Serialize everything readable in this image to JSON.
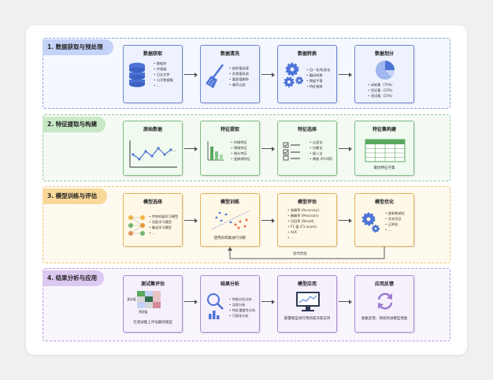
{
  "sections": [
    {
      "title": "1. 数据获取与预处理",
      "boxes": [
        {
          "title": "数据获取",
          "items": [
            "数据库",
            "传感器",
            "日志文件",
            "公开数据集",
            "..."
          ]
        },
        {
          "title": "数据清洗",
          "items": [
            "缺失值处理",
            "异常值检测",
            "重复值删除",
            "噪声过滤"
          ]
        },
        {
          "title": "数据转换",
          "items": [
            "归一化/标准化",
            "编码转换",
            "数据平滑",
            "特征缩放"
          ]
        },
        {
          "title": "数据划分",
          "items": [
            "训练集（70%）",
            "验证集（15%）",
            "测试集（15%）"
          ]
        }
      ]
    },
    {
      "title": "2. 特征提取与构建",
      "boxes": [
        {
          "title": "原始数据",
          "items": []
        },
        {
          "title": "特征提取",
          "items": [
            "时域特征",
            "频域特征",
            "统计特征",
            "变换域特征"
          ]
        },
        {
          "title": "特征选择",
          "items": [
            "过滤法",
            "包裹法",
            "嵌入法",
            "降维 (PCA等)"
          ]
        },
        {
          "title": "特征集构建",
          "items": [],
          "caption": "最优特征子集"
        }
      ]
    },
    {
      "title": "3. 模型训练与评估",
      "boxes": [
        {
          "title": "模型选择",
          "items": [
            "传统机器学习模型",
            "深度学习模型",
            "集成学习模型",
            "..."
          ]
        },
        {
          "title": "模型训练",
          "items": [],
          "caption": "使用训练集进行训练"
        },
        {
          "title": "模型评估",
          "items": [
            "准确率 (Accuracy)",
            "精确率 (Precision)",
            "召回率 (Recall)",
            "F1 值 (F1-score)",
            "AUC",
            "..."
          ]
        },
        {
          "title": "模型优化",
          "items": [
            "超参数调优",
            "交叉验证",
            "正则化",
            "..."
          ]
        }
      ],
      "loop_label": "迭代优化"
    },
    {
      "title": "4. 结果分析与应用",
      "boxes": [
        {
          "title": "测试集评估",
          "items": [],
          "caption": "在测试集上评估最终模型",
          "matrix_labels": {
            "true": "真实值",
            "pred": "预测值"
          }
        },
        {
          "title": "结果分析",
          "items": [
            "性能对比分析",
            "误差分析",
            "特征重要性分析",
            "可视化分析"
          ]
        },
        {
          "title": "模型应用",
          "items": [],
          "caption": "部署模型进行预测或决策支持"
        },
        {
          "title": "应用反馈",
          "items": [],
          "caption": "收集反馈，持续改进模型性能"
        }
      ]
    }
  ],
  "colors": {
    "blue": "#5b7fd6",
    "green": "#5aa85e",
    "orange": "#e8963a",
    "purple": "#9b7bd0"
  },
  "icons": [
    "database-icon",
    "broom-icon",
    "gears-icon",
    "pie-chart-icon",
    "line-chart-icon",
    "bar-chart-icon",
    "checklist-icon",
    "table-icon",
    "network-icon",
    "scatter-icon",
    "gear-icon",
    "confusion-matrix-icon",
    "magnifier-chart-icon",
    "monitor-icon",
    "refresh-icon"
  ]
}
